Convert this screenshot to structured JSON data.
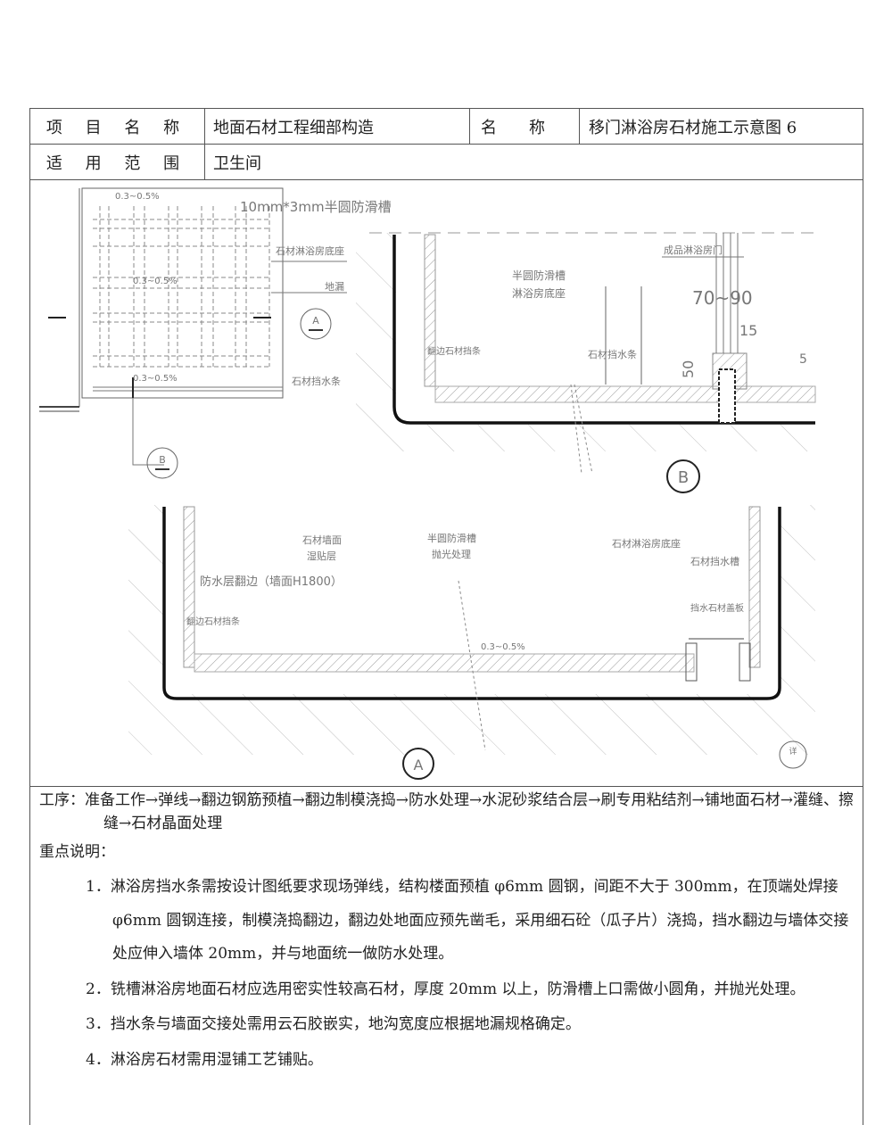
{
  "header": {
    "project_label": "项 目 名 称",
    "project_value": "地面石材工程细部构造",
    "name_label": "名　　称",
    "name_value": "移门淋浴房石材施工示意图 6",
    "scope_label": "适 用 范 围",
    "scope_value": "卫生间"
  },
  "drawing": {
    "plan": {
      "slope": "0.3~0.5%",
      "groove_label": "10mm*3mm半圆防滑槽",
      "base_label": "石材淋浴房底座",
      "drain_label": "地漏",
      "curb_label": "石材挡水条",
      "section_a": "A",
      "section_b": "B"
    },
    "section_b": {
      "groove_label_1": "半圆防滑槽",
      "groove_label_2": "淋浴房底座",
      "door_label": "成品淋浴房门",
      "left_label": "翻边石材挡条",
      "curb_label": "石材挡水条",
      "dim_width": "70~90",
      "dim_15": "15",
      "dim_50": "50",
      "dim_5": "5",
      "mark": "B"
    },
    "section_a": {
      "wall_label_1": "石材墙面",
      "wall_label_2": "湿贴层",
      "groove_label_1": "半圆防滑槽",
      "groove_label_2": "抛光处理",
      "base_label": "石材淋浴房底座",
      "channel_label": "石材挡水槽",
      "waterproof_label": "防水层翻边（墙面H1800）",
      "left_label": "翻边石材挡条",
      "grate_label": "挡水石材盖板",
      "slope": "0.3~0.5%",
      "detail_mark": "详",
      "mark": "A"
    }
  },
  "notes": {
    "process": "工序：准备工作→弹线→翻边钢筋预植→翻边制模浇捣→防水处理→水泥砂浆结合层→刷专用粘结剂→铺地面石材→灌缝、擦缝→石材晶面处理",
    "key_heading": "重点说明：",
    "items": [
      "1．淋浴房挡水条需按设计图纸要求现场弹线，结构楼面预植 φ6mm 圆钢，间距不大于 300mm，在顶端处焊接 φ6mm 圆钢连接，制模浇捣翻边，翻边处地面应预先凿毛，采用细石砼（瓜子片）浇捣，挡水翻边与墙体交接处应伸入墙体 20mm，并与地面统一做防水处理。",
      "2．铣槽淋浴房地面石材应选用密实性较高石材，厚度 20mm 以上，防滑槽上口需做小圆角，并抛光处理。",
      "3．挡水条与墙面交接处需用云石胶嵌实，地沟宽度应根据地漏规格确定。",
      "4．淋浴房石材需用湿铺工艺铺贴。"
    ]
  }
}
